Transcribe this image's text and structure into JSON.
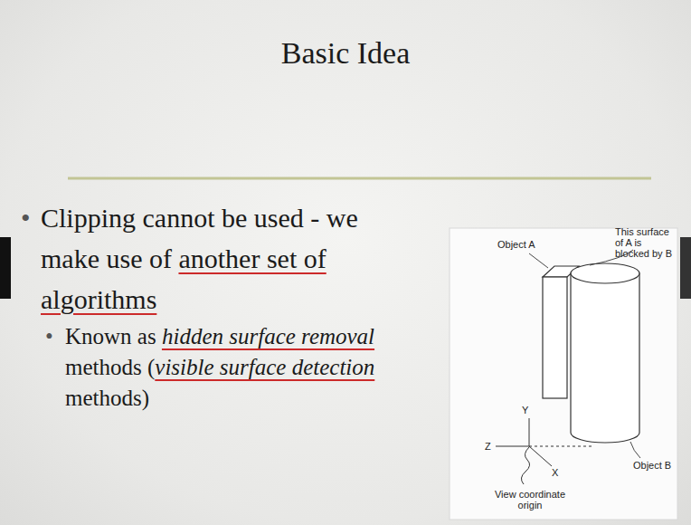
{
  "diagram": {
    "title": "Basic Idea",
    "labels": [
      "Clipping cannot be used - we make use of",
      "another set of algorithms",
      "Known as",
      "hidden surface removal",
      "methods (",
      "visible surface detection",
      "methods)",
      "Object A",
      "This surface of A is blocked by B",
      "Y",
      "Z",
      "X",
      "Object B",
      "View coordinate origin"
    ]
  }
}
